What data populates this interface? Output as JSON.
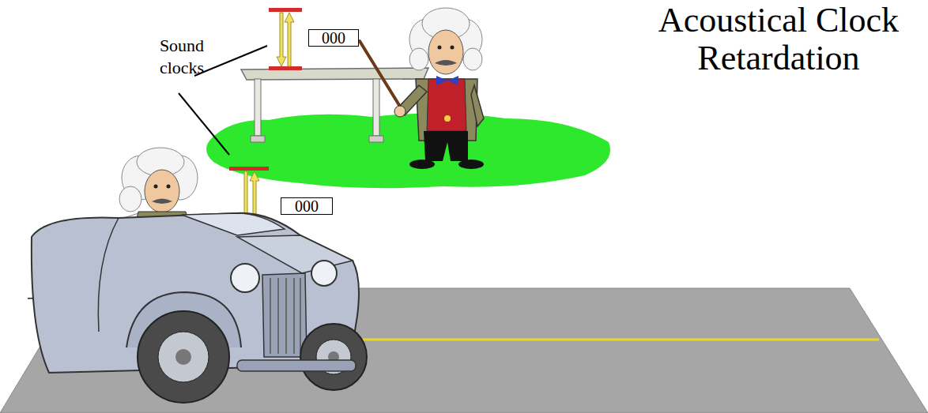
{
  "diagram": {
    "title": "Acoustical Clock Retardation",
    "nodes": [
      {
        "text": [
          "000"
        ]
      },
      {
        "text": [
          "000"
        ]
      }
    ],
    "labels": [
      "Sound clocks"
    ]
  }
}
